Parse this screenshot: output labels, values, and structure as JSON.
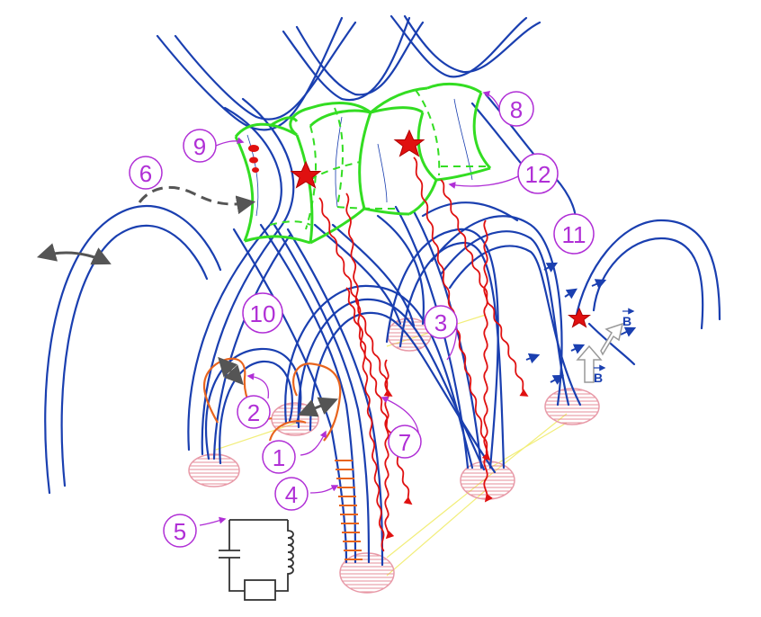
{
  "labels": {
    "n1": "1",
    "n2": "2",
    "n3": "3",
    "n4": "4",
    "n5": "5",
    "n6": "6",
    "n7": "7",
    "n8": "8",
    "n9": "9",
    "n10": "10",
    "n11": "11",
    "n12": "12"
  },
  "field_symbol": "B",
  "colors": {
    "field_lines": "#1a3fb0",
    "flux_tube": "#33dd22",
    "particle_beam": "#e01010",
    "oscillation": "#e8641e",
    "label": "#b02fd6",
    "footpoint": "#e89aa8",
    "connector": "#f2ee7a",
    "arrow": "#555555",
    "circuit": "#333333"
  }
}
